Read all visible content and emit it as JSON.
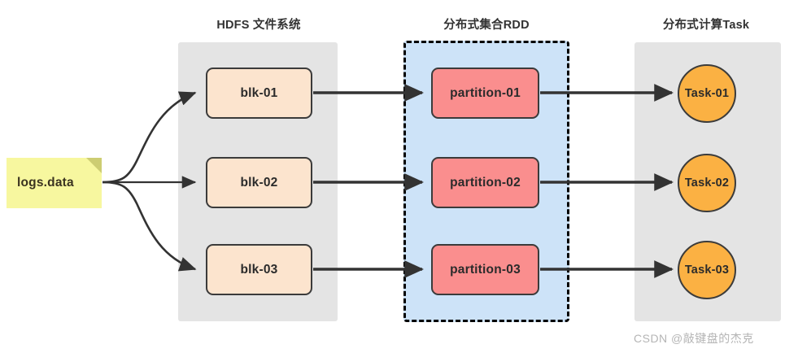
{
  "diagram": {
    "title_groups": [
      {
        "id": "hdfs",
        "label": "HDFS 文件系统"
      },
      {
        "id": "rdd",
        "label": "分布式集合RDD"
      },
      {
        "id": "task",
        "label": "分布式计算Task"
      }
    ],
    "source_node": {
      "label": "logs.data",
      "shape": "note",
      "fill": "#f7f79f",
      "fold_color": "#cdcd72"
    },
    "blocks": [
      {
        "label": "blk-01"
      },
      {
        "label": "blk-02"
      },
      {
        "label": "blk-03"
      }
    ],
    "partitions": [
      {
        "label": "partition-01"
      },
      {
        "label": "partition-02"
      },
      {
        "label": "partition-03"
      }
    ],
    "tasks": [
      {
        "label": "Task-01"
      },
      {
        "label": "Task-02"
      },
      {
        "label": "Task-03"
      }
    ],
    "colors": {
      "block_fill": "#fce4ce",
      "partition_fill": "#fa8e8e",
      "task_fill": "#fbb143",
      "container_gray": "#e4e4e4",
      "container_blue": "#cde3f8",
      "stroke": "#3b3b3b",
      "arrow": "#333333",
      "watermark": "#b5b5b5"
    },
    "watermark": "CSDN @敲键盘的杰克"
  }
}
